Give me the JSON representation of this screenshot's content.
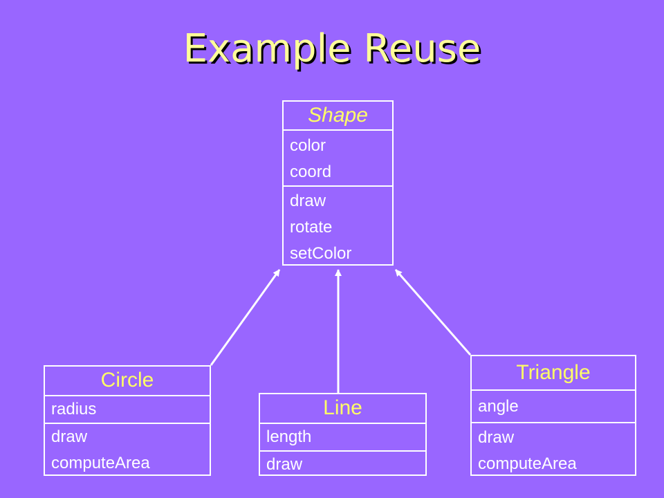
{
  "title": "Example Reuse",
  "colors": {
    "background": "#9966ff",
    "class_name": "#ffff66",
    "title": "#ffff99",
    "line": "#ffffff"
  },
  "classes": {
    "shape": {
      "name": "Shape",
      "attributes": [
        "color",
        "coord"
      ],
      "methods": [
        "draw",
        "rotate",
        "setColor"
      ]
    },
    "circle": {
      "name": "Circle",
      "attributes": [
        "radius"
      ],
      "methods": [
        "draw",
        "computeArea"
      ]
    },
    "line": {
      "name": "Line",
      "attributes": [
        "length"
      ],
      "methods": [
        "draw"
      ]
    },
    "triangle": {
      "name": "Triangle",
      "attributes": [
        "angle"
      ],
      "methods": [
        "draw",
        "computeArea"
      ]
    }
  },
  "relationships": [
    {
      "from": "Circle",
      "to": "Shape",
      "type": "inheritance"
    },
    {
      "from": "Line",
      "to": "Shape",
      "type": "inheritance"
    },
    {
      "from": "Triangle",
      "to": "Shape",
      "type": "inheritance"
    }
  ]
}
